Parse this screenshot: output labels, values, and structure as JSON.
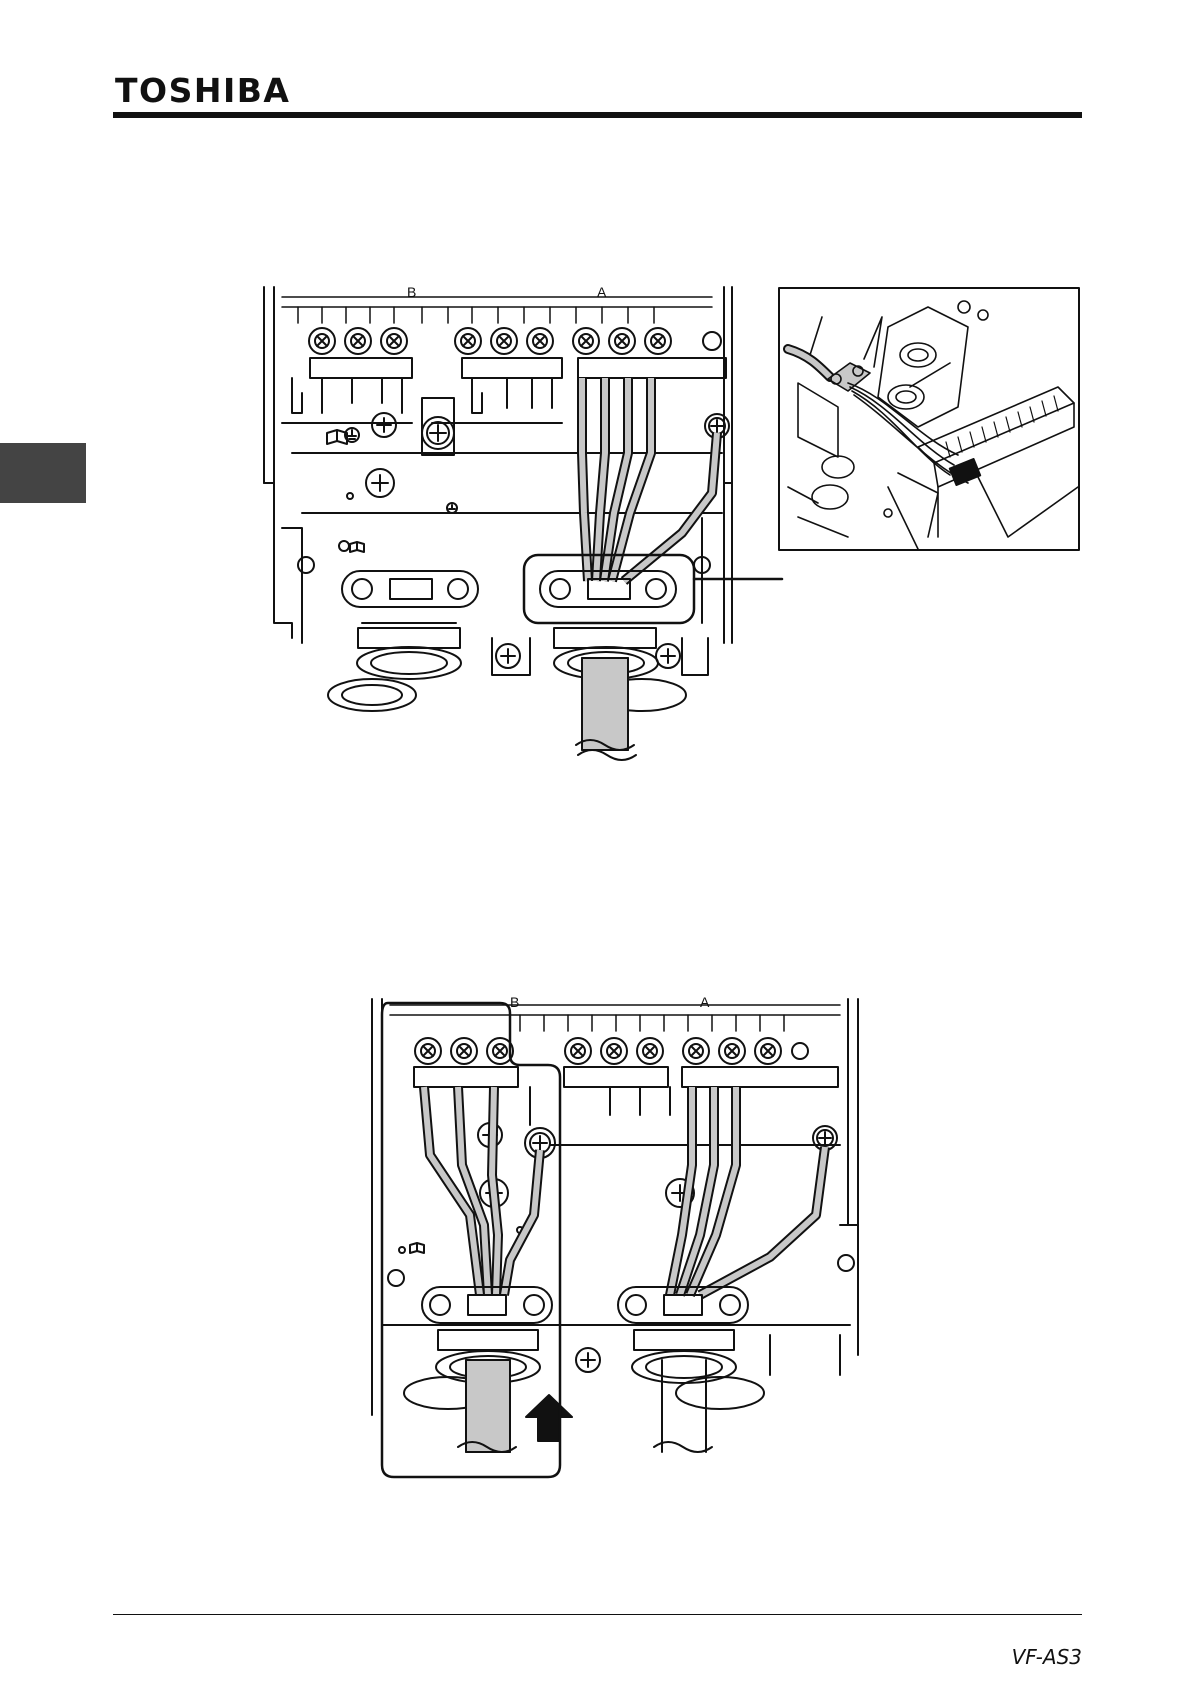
{
  "header": {
    "brand": "TOSHIBA"
  },
  "figure_top": {
    "label_left": "B",
    "label_right": "A"
  },
  "figure_bottom": {
    "label_left": "B",
    "label_right": "A"
  },
  "footer": {
    "model": "VF-AS3"
  },
  "colors": {
    "ink": "#111111",
    "cable_fill": "#c8c8c8",
    "side_tab": "#444444"
  },
  "icons": [
    "screw-terminal-icon",
    "earth-ground-icon",
    "manual-book-icon",
    "up-arrow-icon"
  ]
}
